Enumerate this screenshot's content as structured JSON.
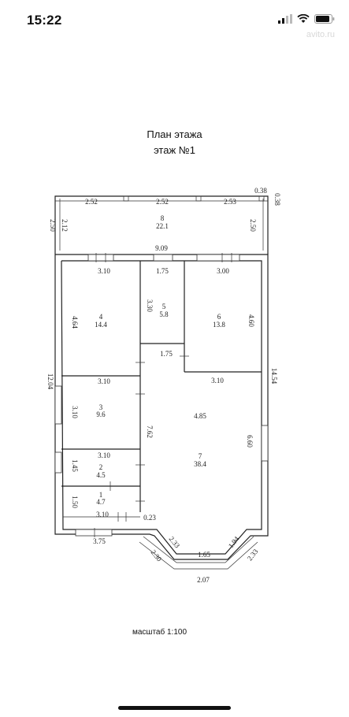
{
  "status_bar": {
    "time": "15:22",
    "icons": [
      "signal-icon",
      "wifi-icon",
      "battery-icon"
    ]
  },
  "watermark": "avito.ru",
  "floorplan": {
    "title": "План этажа",
    "subtitle": "этаж №1",
    "scale_label": "масштаб 1:100",
    "rooms": [
      {
        "number": "1",
        "area": "4.7"
      },
      {
        "number": "2",
        "area": "4.5"
      },
      {
        "number": "3",
        "area": "9.6"
      },
      {
        "number": "4",
        "area": "14.4"
      },
      {
        "number": "5",
        "area": "5.8"
      },
      {
        "number": "6",
        "area": "13.8"
      },
      {
        "number": "7",
        "area": "38.4"
      },
      {
        "number": "8",
        "area": "22.1"
      }
    ],
    "dimensions": {
      "terrace_seg_1": "2.52",
      "terrace_seg_2": "2.52",
      "terrace_seg_3": "2.53",
      "terrace_corner_w": "0.38",
      "terrace_corner_h": "0.38",
      "terrace_left_outer": "2.50",
      "terrace_left_inner": "2.12",
      "terrace_right": "2.50",
      "house_width": "9.09",
      "room4_w": "3.10",
      "room5_w": "1.75",
      "room6_w": "3.00",
      "room4_h": "4.64",
      "room5_h": "3.30",
      "room6_h": "4.60",
      "corridor_w": "1.75",
      "room3_top_w": "3.10",
      "room7_top_w": "3.10",
      "room3_h": "3.10",
      "room7_h": "7.62",
      "hall_width": "4.85",
      "room7_right_h": "6.60",
      "room2_w": "3.10",
      "room2_h": "1.45",
      "room1_h": "1.50",
      "room1_w": "3.10",
      "offset_small": "0.23",
      "outer_left_h": "12.04",
      "outer_right_h": "14.54",
      "bottom_left_w": "3.75",
      "bay_diag_left_1": "2.33",
      "bay_diag_left_2": "2.30",
      "bay_front": "1.65",
      "bay_diag_right_1": "1.94",
      "bay_diag_right_2": "2.33",
      "bay_bottom": "2.07"
    }
  }
}
